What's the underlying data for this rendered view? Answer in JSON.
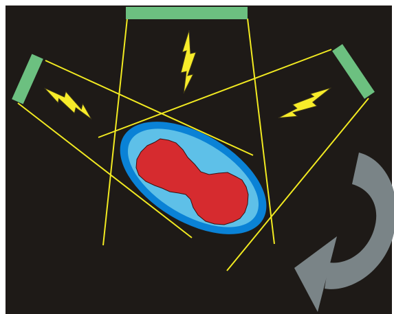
{
  "diagram": {
    "description_items": [
      "detector-panel-top",
      "detector-panel-left",
      "detector-panel-right",
      "lightning-bolt-left",
      "lightning-bolt-top",
      "lightning-bolt-right",
      "cell-membrane",
      "cell-nucleus",
      "rotation-arrow"
    ]
  },
  "colors": {
    "background": "#1e1a17",
    "detector": "#6cc080",
    "beam": "#f2ea21",
    "bolt_fill": "#f7ec2a",
    "bolt_outline": "#3a3418",
    "cell_outer": "#0a82d6",
    "cell_inner": "#5ec0e8",
    "nucleus": "#d62b2f",
    "nucleus_outline": "#3a1010",
    "rotation_arrow": "#7a8487"
  }
}
